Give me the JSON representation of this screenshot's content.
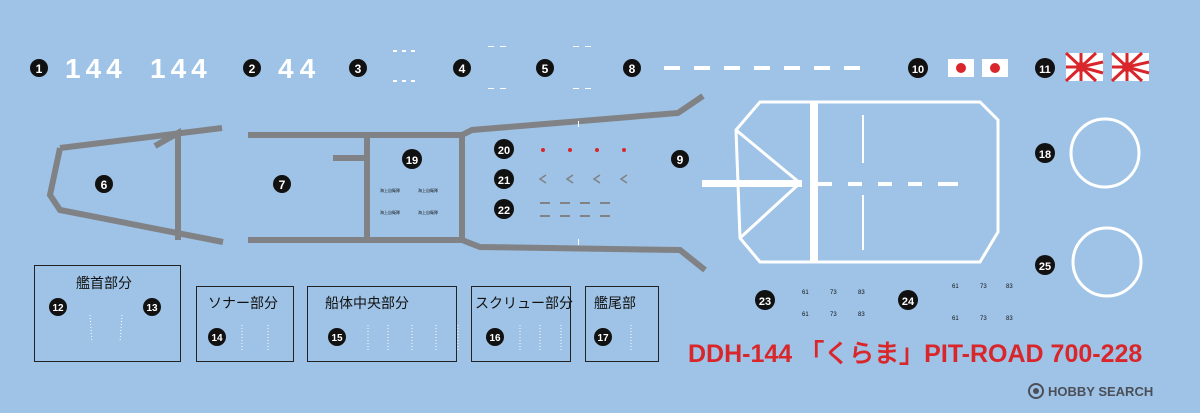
{
  "hull_marks": {
    "a": "144",
    "b": "144",
    "c": "44"
  },
  "hull_text": "DDH-144 「くらま」PIT-ROAD 700-228",
  "deck_small_text": "海上自衛隊",
  "sections": [
    {
      "title": "艦首部分"
    },
    {
      "title": "ソナー部分"
    },
    {
      "title": "船体中央部分"
    },
    {
      "title": "スクリュー部分"
    },
    {
      "title": "艦尾部"
    }
  ],
  "numbers": [
    "1",
    "2",
    "3",
    "4",
    "5",
    "8",
    "10",
    "11",
    "6",
    "7",
    "19",
    "20",
    "21",
    "22",
    "9",
    "18",
    "25",
    "23",
    "24",
    "12",
    "13",
    "14",
    "15",
    "16",
    "17"
  ],
  "small_nums": {
    "n1": "61",
    "n2": "73",
    "n3": "83"
  },
  "watermark": "HOBBY SEARCH",
  "colors": {
    "background": "#9ec3e6",
    "deck_gray": "#808285",
    "accent_red": "#d9262b",
    "marking_white": "#ffffff"
  }
}
